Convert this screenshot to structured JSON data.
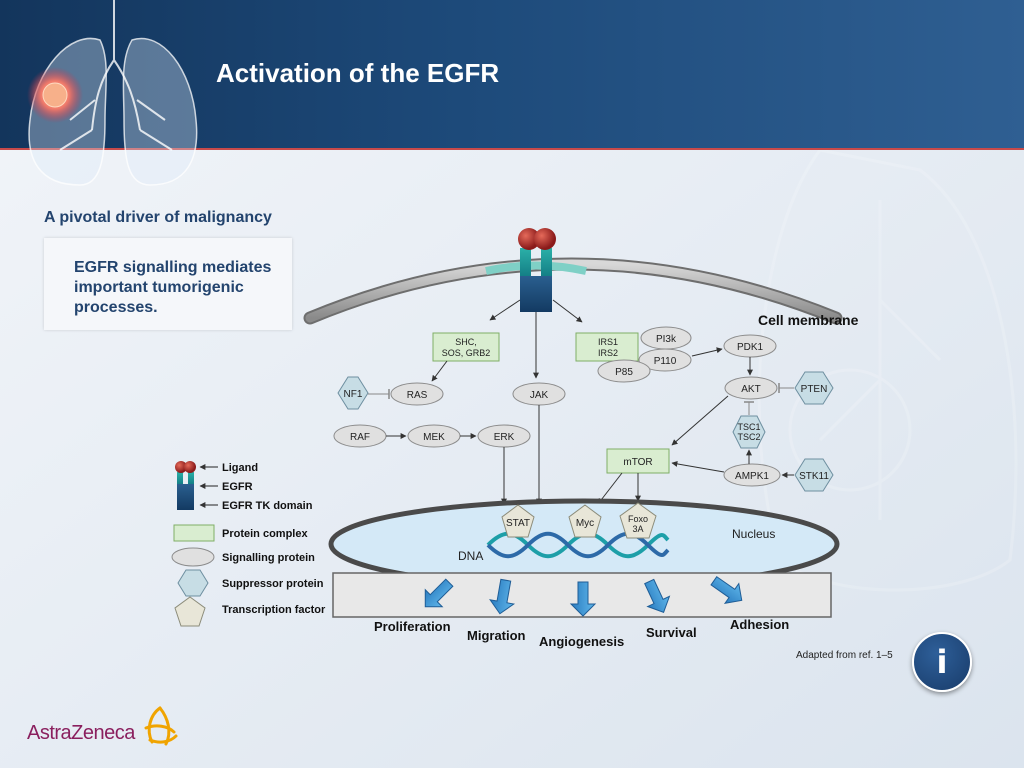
{
  "header": {
    "title": "Activation of the EGFR"
  },
  "subtitle": "A pivotal driver of malignancy",
  "callout": "EGFR signalling mediates important tumorigenic processes.",
  "labels": {
    "cell_membrane": "Cell membrane",
    "nucleus": "Nucleus",
    "dna": "DNA"
  },
  "nodes": {
    "shc": [
      "SHC,",
      "SOS, GRB2"
    ],
    "irs": [
      "IRS1",
      "IRS2"
    ],
    "pi3k": "PI3k",
    "p110": "P110",
    "p85": "P85",
    "pdk1": "PDK1",
    "nf1": "NF1",
    "ras": "RAS",
    "jak": "JAK",
    "akt": "AKT",
    "pten": "PTEN",
    "raf": "RAF",
    "mek": "MEK",
    "erk": "ERK",
    "tsc": [
      "TSC1",
      "TSC2"
    ],
    "mtor": "mTOR",
    "ampk1": "AMPK1",
    "stk11": "STK11",
    "stat": "STAT",
    "myc": "Myc",
    "foxo": [
      "Foxo",
      "3A"
    ]
  },
  "outcomes": [
    "Proliferation",
    "Migration",
    "Angiogenesis",
    "Survival",
    "Adhesion"
  ],
  "legend": {
    "ligand": "Ligand",
    "egfr": "EGFR",
    "egfr_tk": "EGFR TK domain",
    "protein_complex": "Protein complex",
    "signalling_protein": "Signalling protein",
    "suppressor_protein": "Suppressor protein",
    "transcription_factor": "Transcription factor"
  },
  "credit": "Adapted from ref. 1–5",
  "info_button": "i",
  "logo": "AstraZeneca",
  "colors": {
    "header": "#1d4a7a",
    "navy_text": "#23446e",
    "complex_fill": "#d9edd0",
    "complex_stroke": "#7fae66",
    "protein_fill": "#e0e0e0",
    "suppressor_fill": "#c7dde5",
    "nucleus_fill": "#d4e9f7",
    "arrow_blue": "#3b8fd0"
  }
}
